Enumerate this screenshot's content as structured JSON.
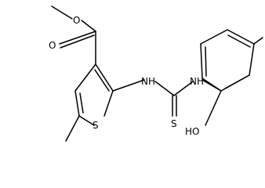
{
  "molecule": {
    "atoms": {
      "ester_o_methoxy": "O",
      "ester_o_carbonyl": "O",
      "ring_s": "S",
      "nh_left": "NH",
      "nh_right": "NH",
      "thione_s": "S",
      "hydroxyl": "HO"
    }
  },
  "colors": {
    "bond": "#000000",
    "label": "#000000",
    "background": "#ffffff"
  }
}
